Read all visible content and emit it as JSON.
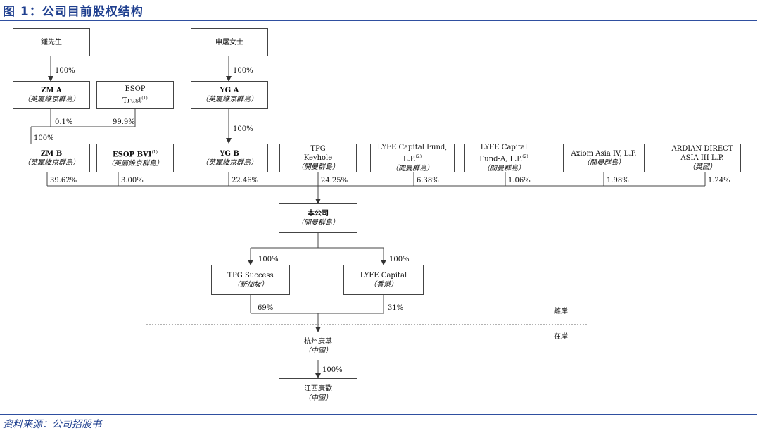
{
  "figure_title": "图 1：公司目前股权结构",
  "source": "资料来源：公司招股书",
  "boxes": {
    "zhong": {
      "name": "鍾先生",
      "sub": ""
    },
    "shen": {
      "name": "申屠女士",
      "sub": ""
    },
    "zma": {
      "name": "ZM A",
      "sub": "（英屬維京群島）"
    },
    "esop_trust": {
      "name": "ESOP",
      "name2": "Trust",
      "sup": "(1)",
      "sub": ""
    },
    "yga": {
      "name": "YG A",
      "sub": "（英屬維京群島）"
    },
    "zmb": {
      "name": "ZM B",
      "sub": "（英屬維京群島）"
    },
    "esop_bvi": {
      "name": "ESOP BVI",
      "sup": "(1)",
      "sub": "（英屬維京群島）"
    },
    "ygb": {
      "name": "YG B",
      "sub": "（英屬維京群島）"
    },
    "tpg_keyhole": {
      "name": "TPG",
      "name2": "Keyhole",
      "sub": "（開曼群島）"
    },
    "lyfe_fund": {
      "name": "LYFE Capital Fund, L.P.",
      "sup": "(2)",
      "sub": "（開曼群島）"
    },
    "lyfe_fund_a": {
      "name": "LYFE Capital",
      "name2": "Fund-A, L.P.",
      "sup": "(2)",
      "sub": "（開曼群島）"
    },
    "axiom": {
      "name": "Axiom Asia IV, L.P.",
      "sub": "（開曼群島）"
    },
    "ardian": {
      "name": "ARDIAN DIRECT",
      "name2": "ASIA III L.P.",
      "sub": "（英國）"
    },
    "company": {
      "name": "本公司",
      "sub": "（開曼群島）"
    },
    "tpg_success": {
      "name": "TPG Success",
      "sub": "（新加坡）"
    },
    "lyfe_capital": {
      "name": "LYFE Capital",
      "sub": "（香港）"
    },
    "hangzhou": {
      "name": "杭州康基",
      "sub": "（中國）"
    },
    "jiangxi": {
      "name": "江西康歡",
      "sub": "（中國）"
    }
  },
  "percentages": {
    "zhong_zma": "100%",
    "shen_yga": "100%",
    "zma_share": "0.1%",
    "trust_share": "99.9%",
    "zmb_share_top": "100%",
    "yga_ygb": "100%",
    "zmb": "39.62%",
    "esop_bvi": "3.00%",
    "ygb": "22.46%",
    "tpg_keyhole": "24.25%",
    "lyfe_fund": "6.38%",
    "lyfe_fund_a": "1.06%",
    "axiom": "1.98%",
    "ardian": "1.24%",
    "company_tpg_success": "100%",
    "company_lyfe_capital": "100%",
    "tpg_success_hz": "69%",
    "lyfe_capital_hz": "31%",
    "hz_jx": "100%"
  },
  "side_labels": {
    "offshore": "離岸",
    "onshore": "在岸"
  }
}
